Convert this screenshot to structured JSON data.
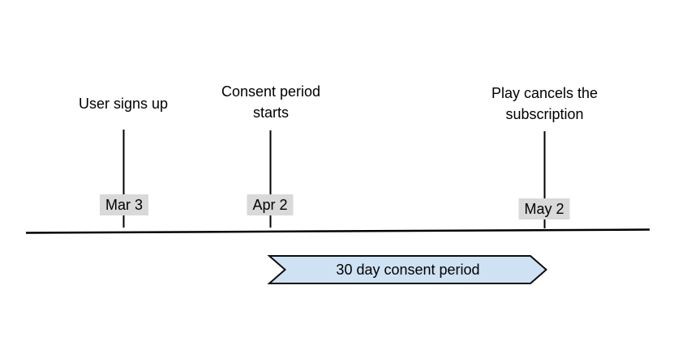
{
  "diagram": {
    "type": "timeline",
    "events": [
      {
        "label": "User signs up",
        "date": "Mar 3"
      },
      {
        "label": "Consent period starts",
        "date": "Apr 2"
      },
      {
        "label": "Play cancels the subscription",
        "date": "May 2"
      }
    ],
    "duration_banner": {
      "label": "30 day consent period"
    }
  },
  "colors": {
    "background": "#ffffff",
    "text": "#000000",
    "line": "#000000",
    "date_badge_background": "#d9d9d9",
    "banner_fill": "#cfe2f3",
    "banner_border": "#0d0d0d"
  }
}
